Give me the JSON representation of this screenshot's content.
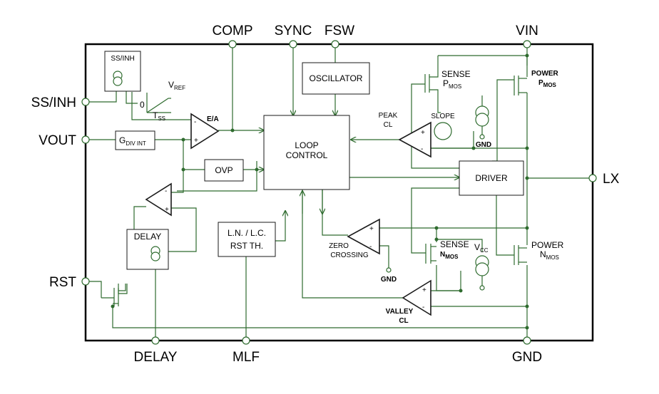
{
  "pins": {
    "comp": "COMP",
    "sync": "SYNC",
    "fsw": "FSW",
    "vin": "VIN",
    "ss_inh": "SS/INH",
    "vout": "VOUT",
    "rst": "RST",
    "lx": "LX",
    "delay": "DELAY",
    "mlf": "MLF",
    "gnd": "GND"
  },
  "blocks": {
    "ss_inh_block": "SS/INH",
    "oscillator": "OSCILLATOR",
    "loop_control_1": "LOOP",
    "loop_control_2": "CONTROL",
    "driver": "DRIVER",
    "ovp": "OVP",
    "gdiv_main": "G",
    "gdiv_sub": "DIV INT",
    "delay_block": "DELAY",
    "ln_lc_1": "L.N. / L.C.",
    "ln_lc_2": "RST TH.",
    "slope": "SLOPE"
  },
  "labels": {
    "vref_main": "V",
    "vref_sub": "REF",
    "zero": "0",
    "tss_main": "T",
    "tss_sub": "SS",
    "ea": "E/A",
    "sense_top": "SENSE",
    "p_mos_main": "P",
    "p_mos_sub": "MOS",
    "power_top": "POWER",
    "power_p_main": "P",
    "power_p_sub": "MOS",
    "peak_1": "PEAK",
    "peak_2": "CL",
    "gnd_top": "GND",
    "zero_1": "ZERO",
    "zero_2": "CROSSING",
    "gnd_zero": "GND",
    "sense_bot": "SENSE",
    "n_mos_main": "N",
    "n_mos_sub": "MOS",
    "vcc_main": "V",
    "vcc_sub": "CC",
    "power_bot": "POWER",
    "power_n_main": "N",
    "power_n_sub": "MOS",
    "valley_1": "VALLEY",
    "valley_2": "CL",
    "plus": "+",
    "minus": "-"
  },
  "colors": {
    "wire": "#2e6b2e",
    "frame": "#000000"
  }
}
